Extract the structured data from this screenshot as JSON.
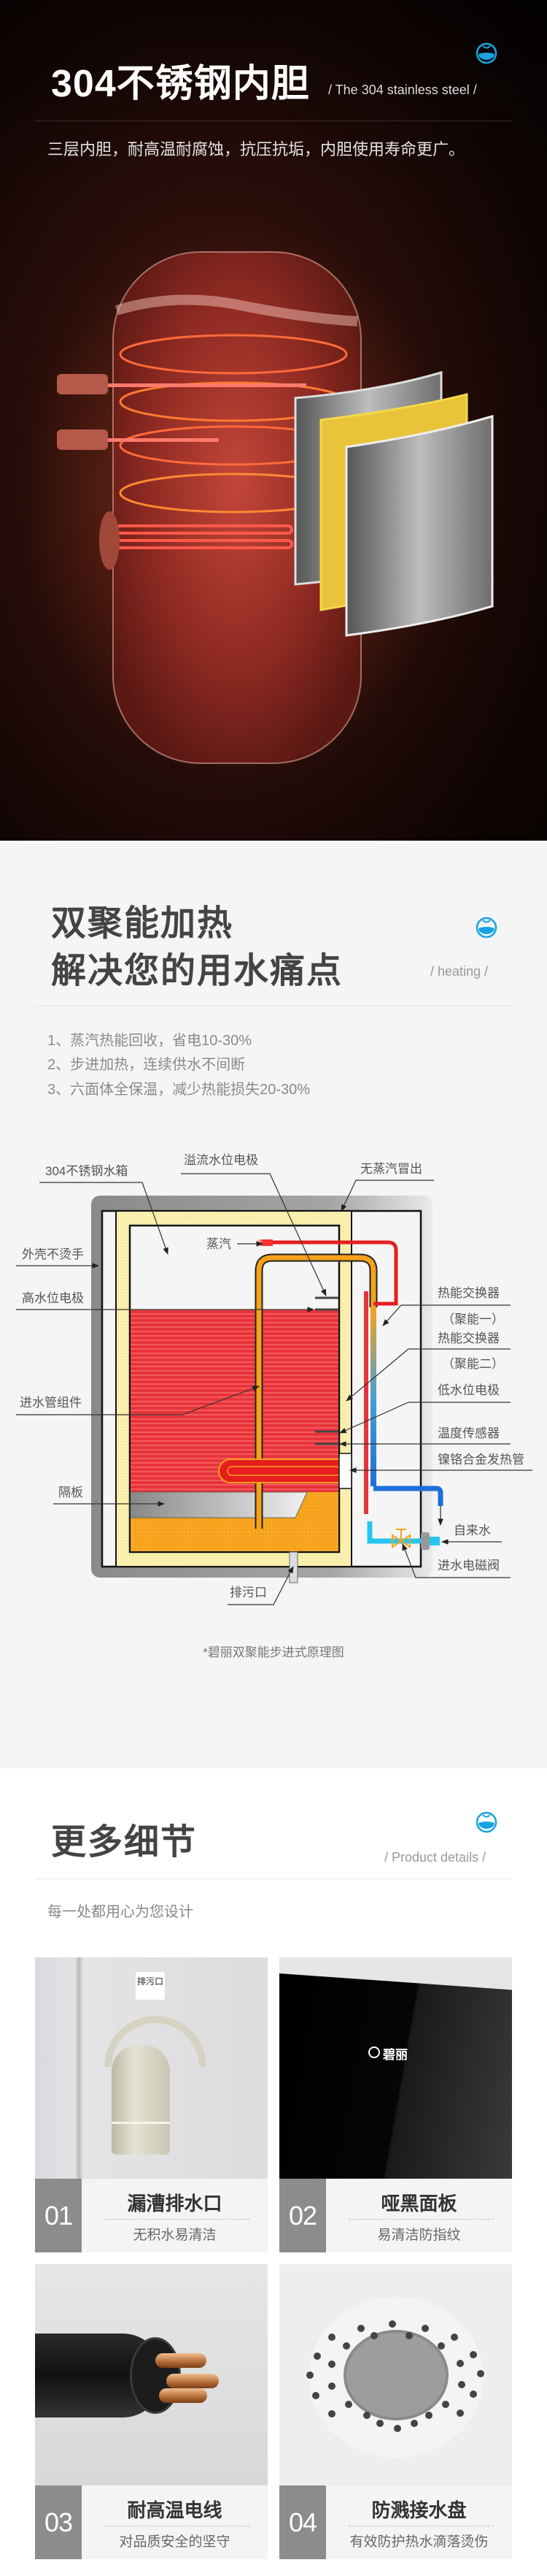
{
  "colors": {
    "accent": "#1aa3e0",
    "dark_bg": "#2a0e0a",
    "light_bg": "#f5f5f5",
    "water_red": "#e8333a",
    "water_orange": "#f6a21a"
  },
  "steel": {
    "title": "304不锈钢内胆",
    "subtitle": "/ The 304 stainless steel /",
    "desc": "三层内胆，耐高温耐腐蚀，抗压抗垢，内胆使用寿命更广。"
  },
  "heating": {
    "title_line1": "双聚能加热",
    "title_line2": "解决您的用水痛点",
    "subtitle": "/ heating /",
    "points": [
      "1、蒸汽热能回收，省电10-30%",
      "2、步进加热，连续供水不间断",
      "3、六面体全保温，减少热能损失20-30%"
    ],
    "diagram": {
      "tank": "304不锈钢水箱",
      "overflow": "溢流水位电极",
      "no_steam": "无蒸汽冒出",
      "shell": "外壳不烫手",
      "high_level": "高水位电极",
      "steam": "蒸汽",
      "exchanger1": "热能交换器",
      "exchanger1_note": "（聚能一）",
      "exchanger2": "热能交换器",
      "exchanger2_note": "（聚能二）",
      "low_level": "低水位电极",
      "inlet_pipe": "进水管组件",
      "temp_sensor": "温度传感器",
      "heater": "镍铬合金发热管",
      "partition": "隔板",
      "tap_water": "自来水",
      "valve": "进水电磁阀",
      "drain": "排污口"
    },
    "caption": "*碧丽双聚能步进式原理图"
  },
  "details": {
    "title": "更多细节",
    "subtitle": "/ Product details /",
    "desc": "每一处都用心为您设计",
    "cards": [
      {
        "num": "01",
        "title": "漏漕排水口",
        "sub": "无积水易清洁"
      },
      {
        "num": "02",
        "title": "哑黑面板",
        "sub": "易清洁防指纹"
      },
      {
        "num": "03",
        "title": "耐高温电线",
        "sub": "对品质安全的坚守"
      },
      {
        "num": "04",
        "title": "防溅接水盘",
        "sub": "有效防护热水滴落烫伤"
      }
    ]
  },
  "photo_text": {
    "drain_sticker": "排污口",
    "panel_brand": "碧丽"
  }
}
